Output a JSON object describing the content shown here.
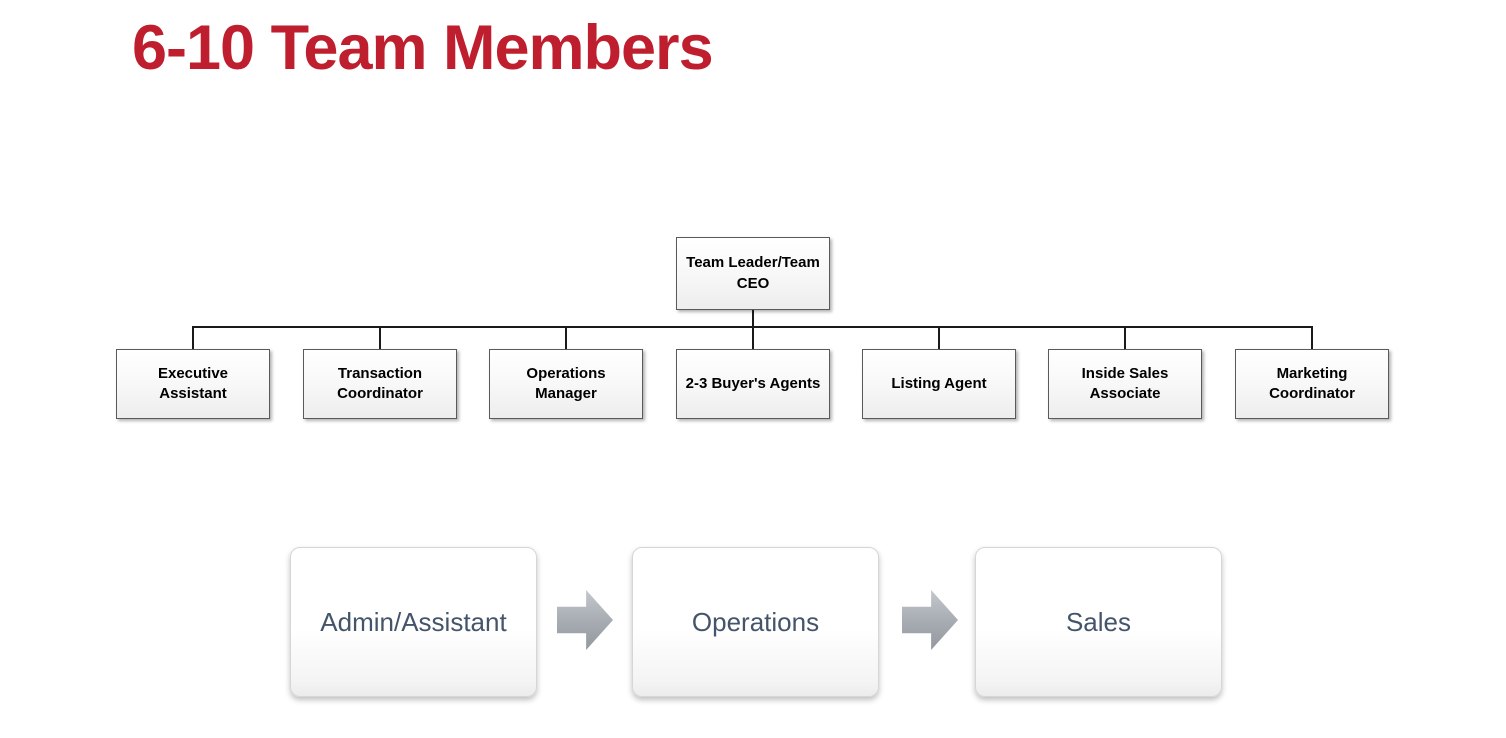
{
  "title": "6-10 Team Members",
  "org_chart": {
    "root": {
      "label": "Team Leader/Team CEO"
    },
    "children": [
      {
        "label": "Executive Assistant"
      },
      {
        "label": "Transaction Coordinator"
      },
      {
        "label": "Operations Manager"
      },
      {
        "label": "2-3 Buyer's Agents"
      },
      {
        "label": "Listing Agent"
      },
      {
        "label": "Inside Sales Associate"
      },
      {
        "label": "Marketing Coordinator"
      }
    ]
  },
  "flow": {
    "steps": [
      {
        "label": "Admin/Assistant"
      },
      {
        "label": "Operations"
      },
      {
        "label": "Sales"
      }
    ]
  },
  "colors": {
    "title_red": "#BE1E2D",
    "node_border": "#5A5A5A",
    "flow_text": "#44546A",
    "arrow_gray": "#A6ABB1"
  }
}
